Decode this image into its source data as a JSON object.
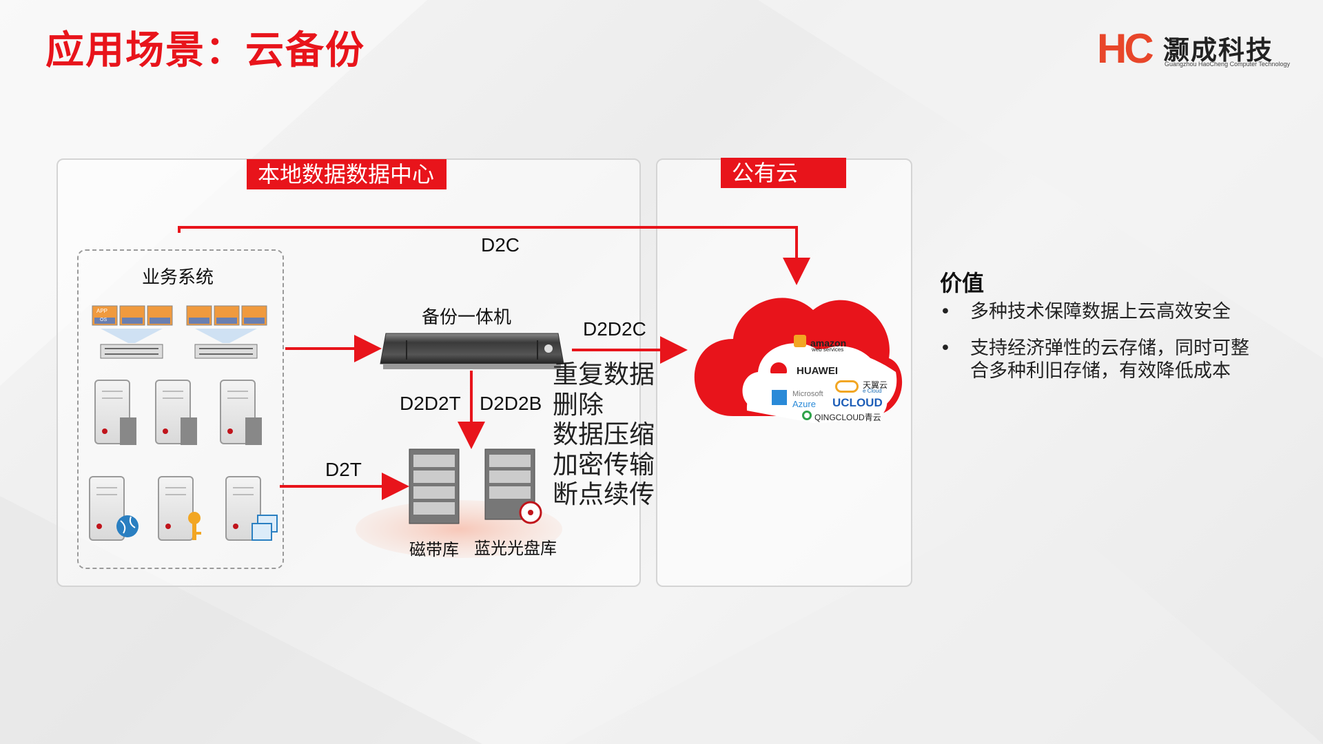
{
  "title": "应用场景：云备份",
  "logo": {
    "mark": "HC",
    "name_cn": "灏成科技",
    "name_en": "Guangzhou HaoCheng Computer Technology"
  },
  "local_panel": {
    "label": "本地数据数据中心"
  },
  "cloud_panel": {
    "label": "公有云"
  },
  "business_system": {
    "label": "业务系统",
    "app_label": "APP",
    "os_label": "OS"
  },
  "appliance": {
    "label": "备份一体机"
  },
  "storage": {
    "tape_label": "磁带库",
    "bluray_label": "蓝光光盘库"
  },
  "flows": {
    "d2c": "D2C",
    "d2d2c": "D2D2C",
    "d2d2t": "D2D2T",
    "d2d2b": "D2D2B",
    "d2t": "D2T"
  },
  "features": [
    "重复数据",
    "删除",
    "数据压缩",
    "加密传输",
    "断点续传"
  ],
  "cloud_providers": {
    "amazon": "amazon",
    "amazon_sub": "web services",
    "huawei": "HUAWEI",
    "tianyi": "天翼云",
    "tianyi_sub": "e Cloud",
    "azure_1": "Microsoft",
    "azure_2": "Azure",
    "ucloud": "UCLOUD",
    "qingcloud": "QINGCLOUD青云"
  },
  "value": {
    "title": "价值",
    "bullet": "•",
    "items": [
      "多种技术保障数据上云高效安全",
      "支持经济弹性的云存储，同时可整合多种利旧存储，有效降低成本"
    ]
  },
  "colors": {
    "accent": "#e8141b",
    "logo": "#e8462a"
  }
}
